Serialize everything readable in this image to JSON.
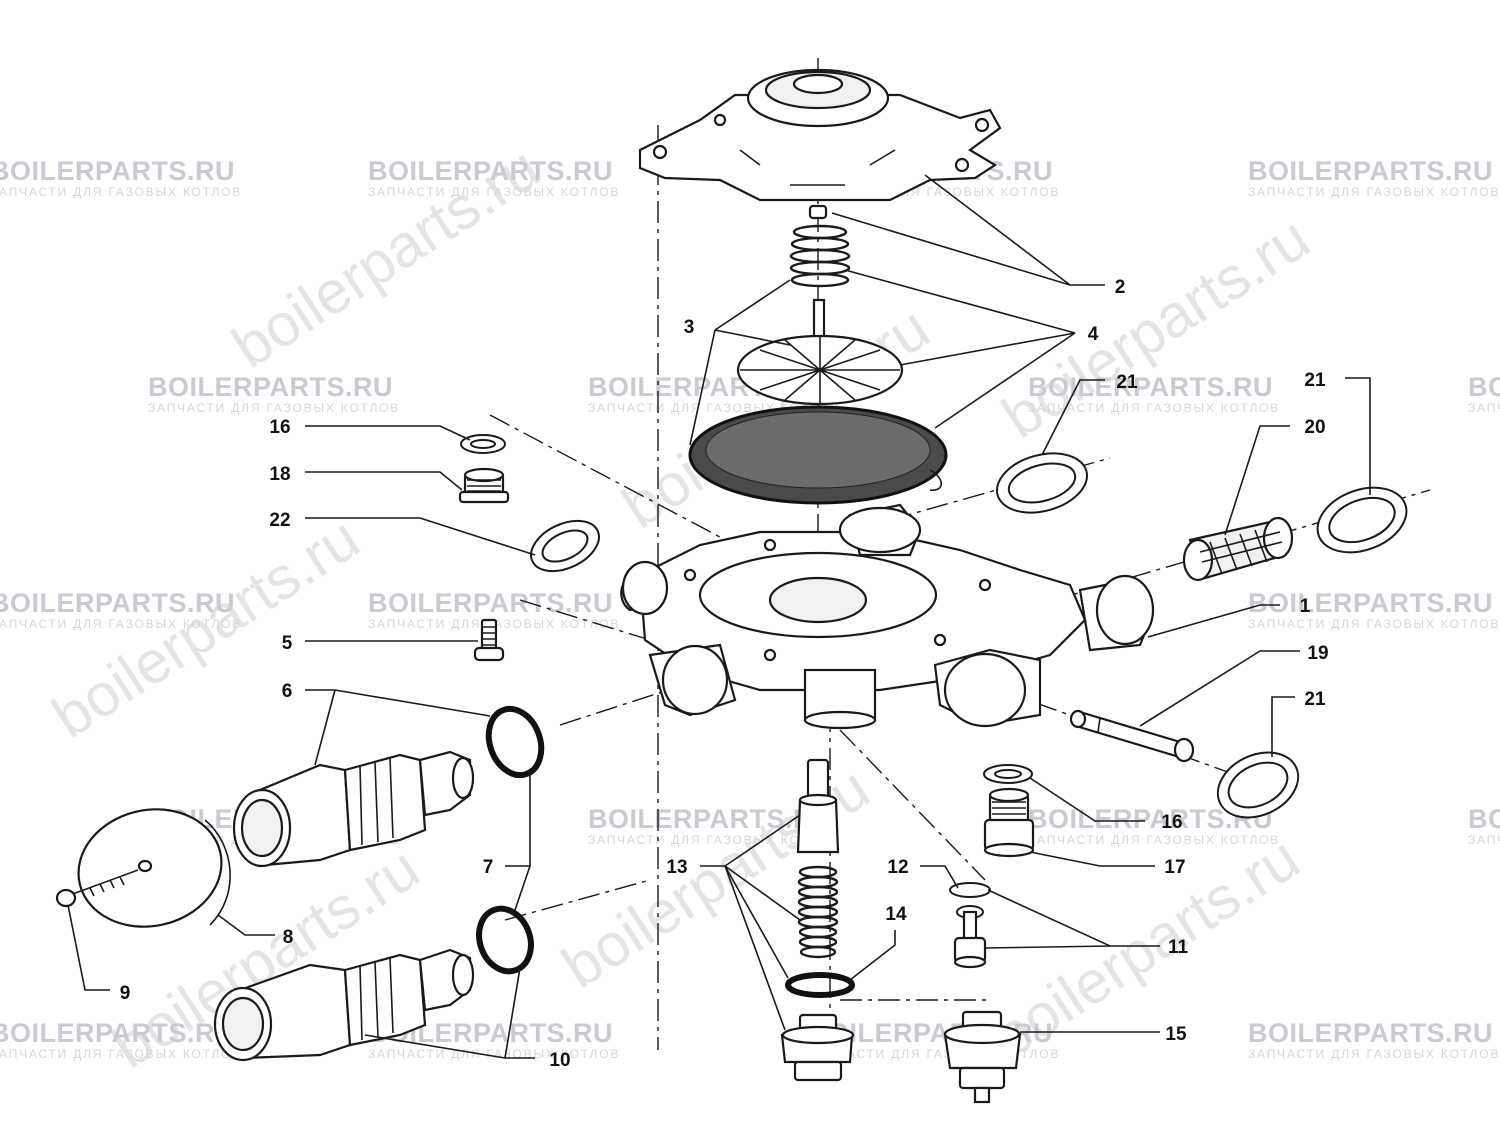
{
  "watermarks": {
    "brand": "BOILERPARTS.RU",
    "brand_tagline": "ЗАПЧАСТИ ДЛЯ ГАЗОВЫХ КОТЛОВ",
    "diagonal_text": "boilerparts.ru",
    "brand_accent": "#2b4aa0",
    "brand_accent_2": "#c8323a"
  },
  "callouts": {
    "c1": "1",
    "c2": "2",
    "c3": "3",
    "c4": "4",
    "c5": "5",
    "c6": "6",
    "c7": "7",
    "c8": "8",
    "c9": "9",
    "c10": "10",
    "c11": "11",
    "c12": "12",
    "c13": "13",
    "c14": "14",
    "c15": "15",
    "c16a": "16",
    "c16b": "16",
    "c17": "17",
    "c18": "18",
    "c19": "19",
    "c20": "20",
    "c21a": "21",
    "c21b": "21",
    "c21c": "21",
    "c22": "22"
  }
}
